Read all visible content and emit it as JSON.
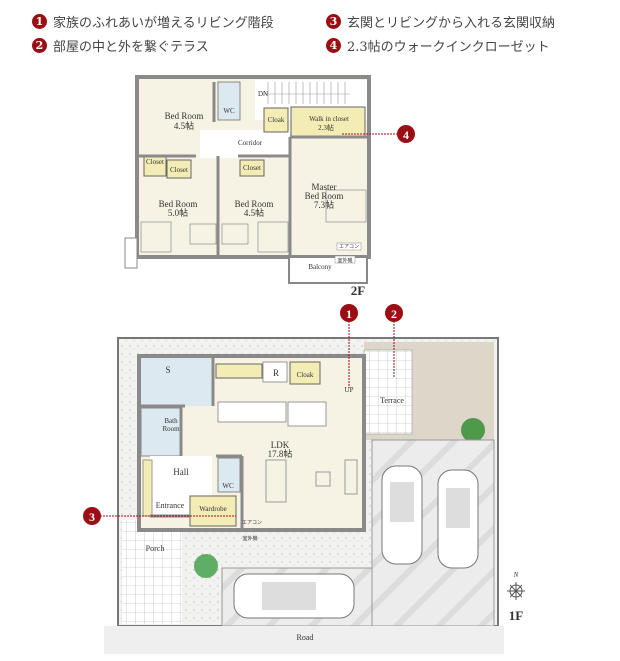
{
  "legend": [
    {
      "num": "1",
      "text": "家族のふれあいが増えるリビング階段"
    },
    {
      "num": "2",
      "text": "部屋の中と外を繋ぐテラス"
    },
    {
      "num": "3",
      "text": "玄関とリビングから入れる玄関収納"
    },
    {
      "num": "4",
      "text": "2.3帖のウォークインクローゼット"
    }
  ],
  "accent_color": "#9b0f14",
  "floor2": {
    "label": "2F",
    "rooms": {
      "bed1_name": "Bed Room",
      "bed1_size": "4.5帖",
      "wc": "WC",
      "dn": "DN",
      "cloak": "Cloak",
      "wic_name": "Walk in closet",
      "wic_size": "2.3帖",
      "corridor": "Corridor",
      "closet1": "Closet",
      "closet2": "Closet",
      "closet3": "Closet",
      "bed2_name": "Bed Room",
      "bed2_size": "5.0帖",
      "bed3_name": "Bed Room",
      "bed3_size": "4.5帖",
      "master_name1": "Master",
      "master_name2": "Bed Room",
      "master_size": "7.3帖",
      "aircon": "エアコン",
      "outdoor_unit": "室外機",
      "balcony": "Balcony"
    },
    "marker": "4"
  },
  "floor1": {
    "label": "1F",
    "rooms": {
      "s": "S",
      "r": "R",
      "cloak": "Cloak",
      "up": "UP",
      "bath1": "Bath",
      "bath2": "Room",
      "ldk_name": "LDK",
      "ldk_size": "17.8帖",
      "hall": "Hall",
      "wc": "WC",
      "entrance": "Entrance",
      "wardrobe": "Wardrobe",
      "aircon": "エアコン",
      "outdoor_unit": "室外機",
      "porch": "Porch",
      "terrace": "Terrace",
      "road": "Road",
      "north": "N"
    },
    "markers": [
      "1",
      "2",
      "3"
    ]
  }
}
